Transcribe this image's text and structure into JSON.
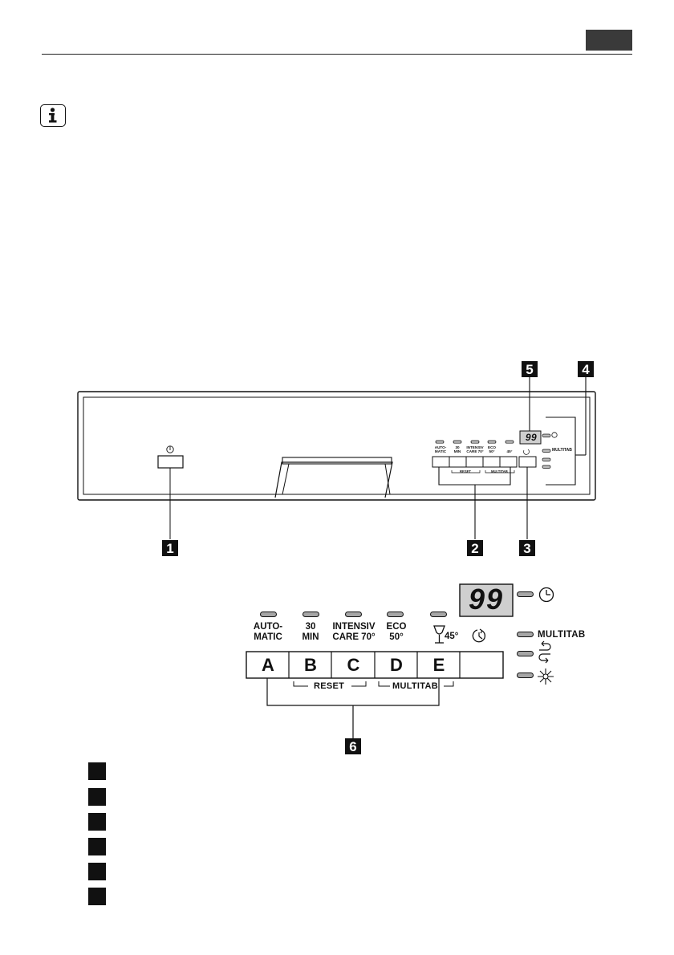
{
  "header": {
    "tab_color": "#3a3a3a"
  },
  "panel": {
    "display_value": "99",
    "callouts": [
      "1",
      "2",
      "3",
      "4",
      "5"
    ],
    "small_buttons": [
      {
        "label_l1": "AUTO-",
        "label_l2": "MATIC"
      },
      {
        "label_l1": "30",
        "label_l2": "MIN"
      },
      {
        "label_l1": "INTENSIV",
        "label_l2": "CARE 70°"
      },
      {
        "label_l1": "ECO",
        "label_l2": "50°"
      },
      {
        "label_l1": "",
        "label_l2": "45°"
      }
    ],
    "group_reset": "RESET",
    "group_multitab": "MULTITAB",
    "indicator_multitab": "MULTITAB"
  },
  "detail": {
    "display_value": "99",
    "program_labels": [
      {
        "line1": "AUTO-",
        "line2": "MATIC"
      },
      {
        "line1": "30",
        "line2": "MIN"
      },
      {
        "line1": "INTENSIV",
        "line2": "CARE 70°"
      },
      {
        "line1": "ECO",
        "line2": "50°"
      },
      {
        "line1": "",
        "line2": "45°"
      }
    ],
    "buttons": [
      "A",
      "B",
      "C",
      "D",
      "E"
    ],
    "reset_label": "RESET",
    "multitab_label": "MULTITAB",
    "indicator_multitab": "MULTITAB",
    "callout": "6"
  },
  "icons": {
    "info": "info-icon",
    "power": "power-icon",
    "clock": "clock-icon",
    "delay": "delay-start-icon",
    "glass": "glass-icon",
    "salt": "salt-refill-icon",
    "rinse_aid": "rinse-aid-icon"
  }
}
